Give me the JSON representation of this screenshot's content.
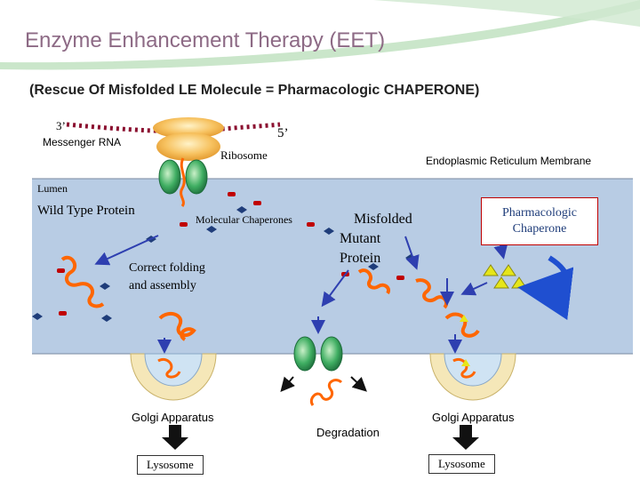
{
  "title": "Enzyme Enhancement Therapy (EET)",
  "subtitle": "(Rescue Of Misfolded  LE Molecule = Pharmacologic CHAPERONE)",
  "labels": {
    "three_prime": "3’",
    "five_prime": "5’",
    "mrna": "Messenger RNA",
    "ribosome": "Ribosome",
    "er_membrane": "Endoplasmic Reticulum Membrane",
    "lumen": "Lumen",
    "wild_type": "Wild Type Protein",
    "molecular_chaperones": "Molecular Chaperones",
    "misfolded_1": "Misfolded",
    "misfolded_2": "Mutant",
    "misfolded_3": "Protein",
    "pharmacologic_chaperone": "Pharmacologic Chaperone",
    "correct_1": "Correct folding",
    "correct_2": "and assembly",
    "golgi_left": "Golgi Apparatus",
    "golgi_right": "Golgi Apparatus",
    "degradation": "Degradation",
    "lysosome_left": "Lysosome",
    "lysosome_right": "Lysosome"
  },
  "colors": {
    "title": "#8d6a85",
    "lumen_bg": "#b8cce4",
    "protein": "#ff6600",
    "chaperone_red": "#c00000",
    "chaperone_blue": "#1f3d7a",
    "arrow_blue": "#2e3fb0",
    "channel_green": "#3a9a5a",
    "ribosome": "#f2c56b",
    "pc_triangle": "#e6e619"
  }
}
